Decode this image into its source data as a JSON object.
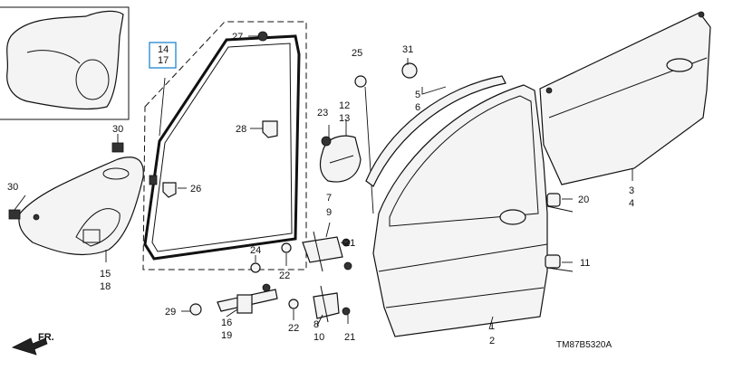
{
  "callouts": {
    "c14": "14",
    "c17": "17",
    "c27": "27",
    "c28": "28",
    "c26": "26",
    "c25": "25",
    "c23": "23",
    "c12": "12",
    "c13": "13",
    "c31": "31",
    "c5": "5",
    "c6": "6",
    "c30a": "30",
    "c30b": "30",
    "c15": "15",
    "c18": "18",
    "c7": "7",
    "c9": "9",
    "c21a": "21",
    "c21b": "21",
    "c22a": "22",
    "c22b": "22",
    "c24": "24",
    "c29": "29",
    "c16": "16",
    "c19": "19",
    "c8": "8",
    "c10": "10",
    "c1": "1",
    "c2": "2",
    "c3": "3",
    "c4": "4",
    "c20": "20",
    "c11": "11"
  },
  "front_marker": "FR.",
  "diagram_code": "TM87B5320A",
  "colors": {
    "ink": "#111111",
    "highlight_box": "#2f8fd6",
    "part_fill": "#f4f4f4"
  }
}
